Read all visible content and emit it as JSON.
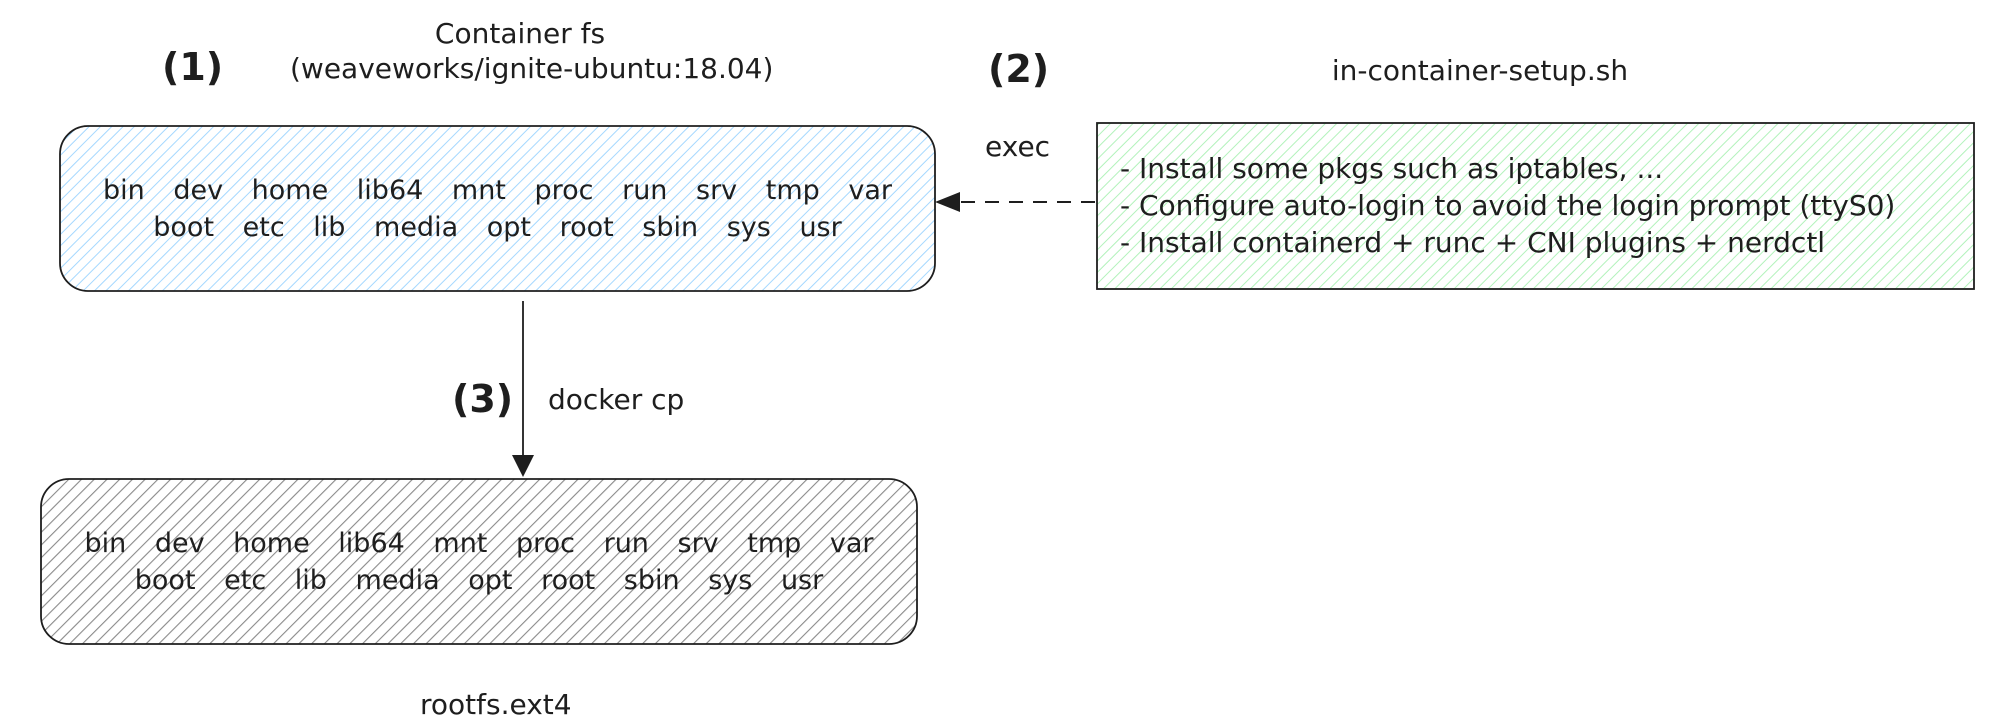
{
  "container_fs": {
    "step": "(1)",
    "title": "Container fs",
    "image": "(weaveworks/ignite-ubuntu:18.04)",
    "rows": [
      [
        "bin",
        "dev",
        "home",
        "lib64",
        "mnt",
        "proc",
        "run",
        "srv",
        "tmp",
        "var"
      ],
      [
        "boot",
        "etc",
        "lib",
        "media",
        "opt",
        "root",
        "sbin",
        "sys",
        "usr"
      ]
    ],
    "fill_color": "#a5d8ff"
  },
  "setup_script": {
    "step": "(2)",
    "title": "in-container-setup.sh",
    "items": [
      "- Install some pkgs such as iptables, ...",
      "- Configure auto-login to avoid the login prompt (ttyS0)",
      "- Install containerd + runc + CNI plugins + nerdctl"
    ],
    "fill_color": "#b2f2bb"
  },
  "exec_arrow": {
    "label": "exec"
  },
  "copy_arrow": {
    "step": "(3)",
    "label": "docker cp"
  },
  "rootfs": {
    "rows": [
      [
        "bin",
        "dev",
        "home",
        "lib64",
        "mnt",
        "proc",
        "run",
        "srv",
        "tmp",
        "var"
      ],
      [
        "boot",
        "etc",
        "lib",
        "media",
        "opt",
        "root",
        "sbin",
        "sys",
        "usr"
      ]
    ],
    "label": "rootfs.ext4",
    "fill_color": "#1e1e1e"
  }
}
